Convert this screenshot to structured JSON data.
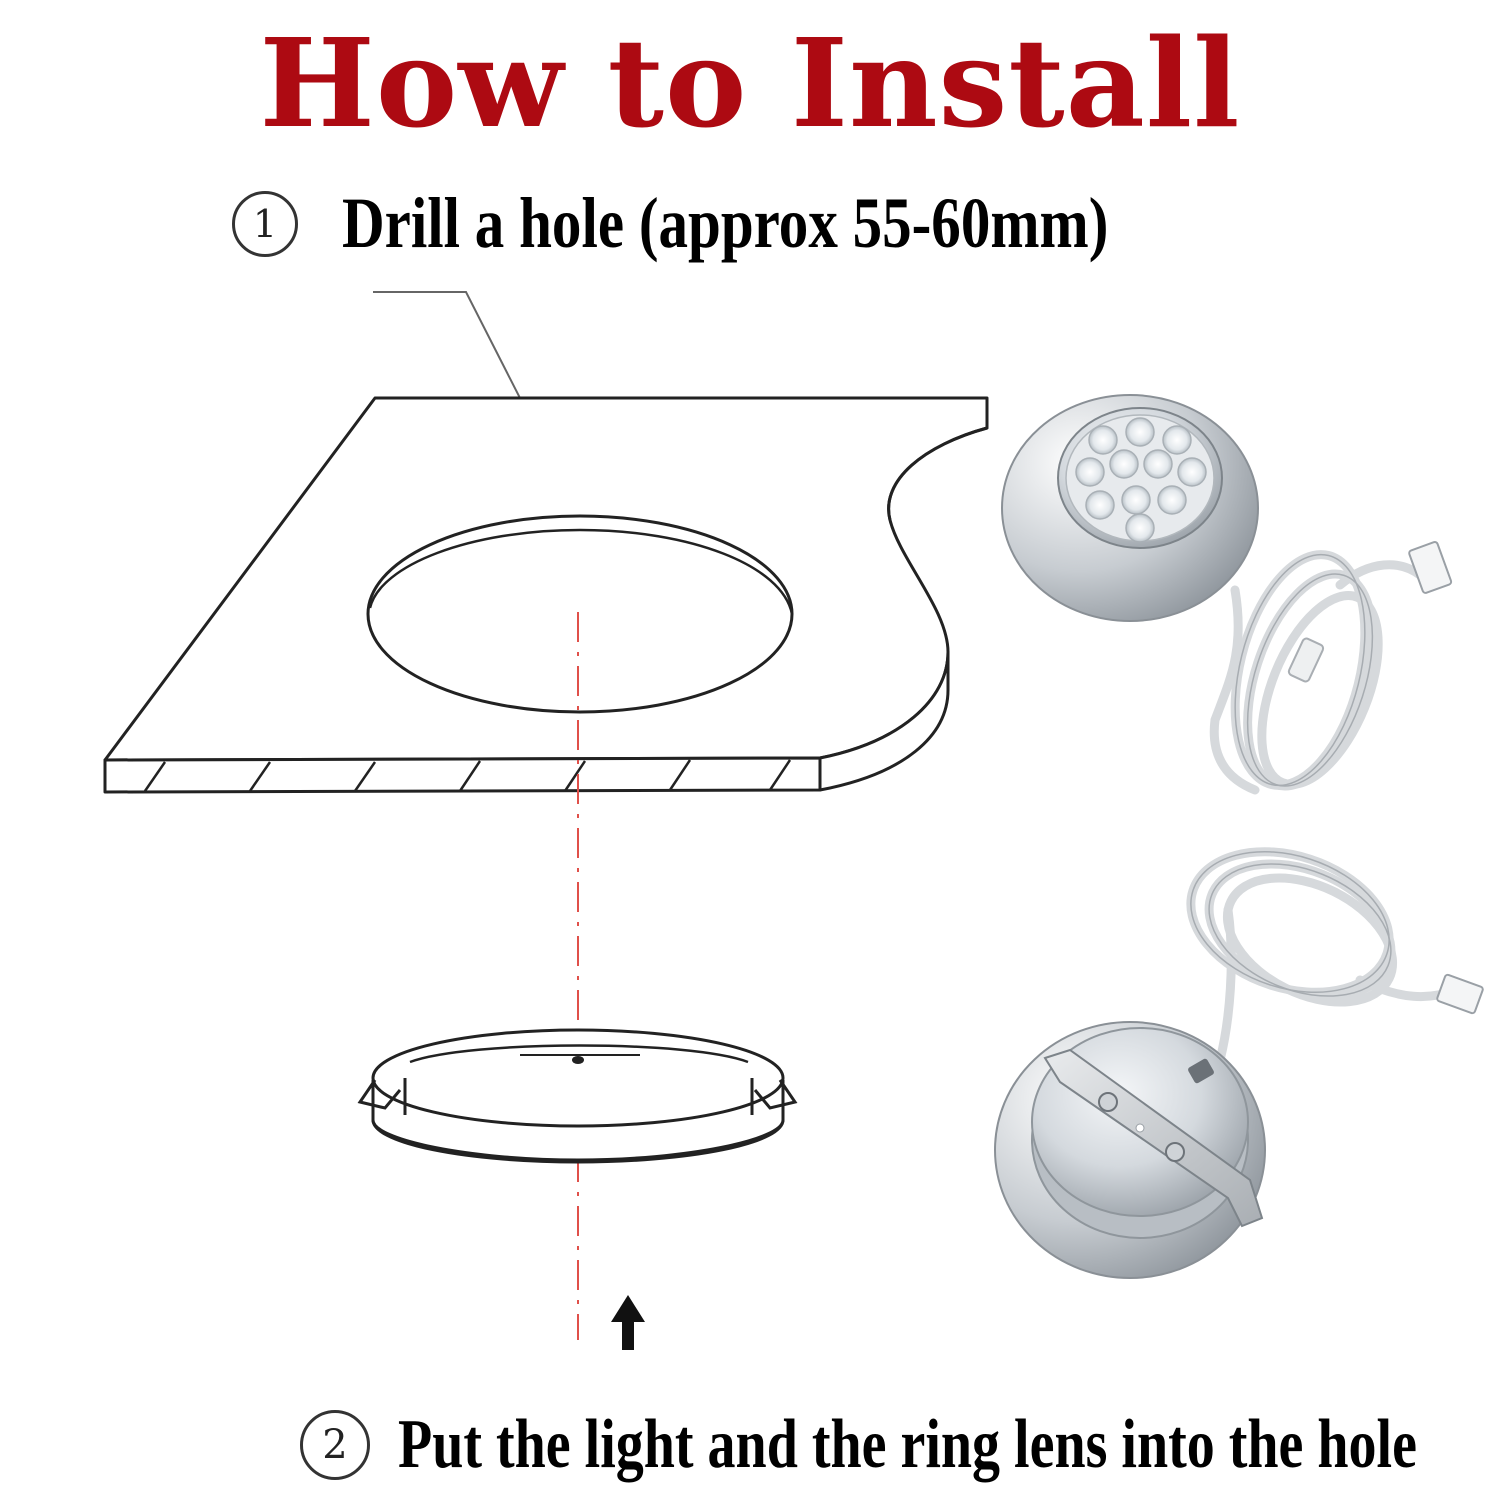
{
  "title": "How to Install",
  "steps": [
    {
      "number": "1",
      "text": "Drill a hole (approx 55-60mm)"
    },
    {
      "number": "2",
      "text": "Put the light and the ring lens into the hole"
    }
  ],
  "colors": {
    "title": "#ad0a12",
    "guide_line": "#e0504a",
    "line_art": "#222222",
    "metal": "#c9ced4",
    "cable": "#e8eaec"
  },
  "icons": {
    "arrow": "arrow-up-icon",
    "product_front": "led-puck-light-front",
    "product_back": "led-puck-light-back"
  }
}
